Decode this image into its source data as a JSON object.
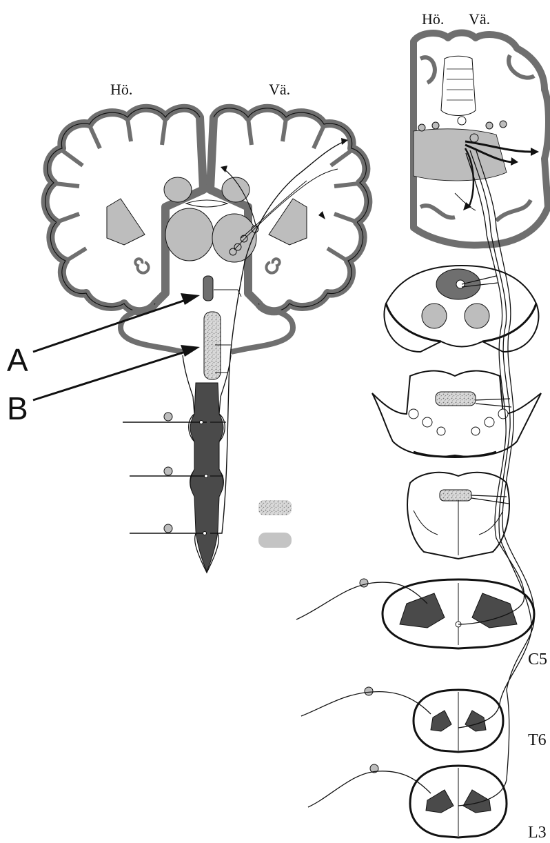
{
  "labels": {
    "left_right_hemisphere": "Hö.",
    "left_left_hemisphere": "Vä.",
    "right_right_hemisphere": "Hö.",
    "right_left_hemisphere": "Vä.",
    "pointer_a": "A",
    "pointer_b": "B",
    "level_c5": "C5",
    "level_t6": "T6",
    "level_l3": "L3"
  },
  "legend": {
    "items": [
      {
        "key": "speckled",
        "color": "#cfcfcf"
      },
      {
        "key": "solid",
        "color": "#c4c4c4"
      }
    ]
  },
  "colors": {
    "cortex": "#6f6f6f",
    "gray_nuclei": "#bdbdbd",
    "gray_matter_cord": "#4a4a4a",
    "outline": "#111111"
  }
}
